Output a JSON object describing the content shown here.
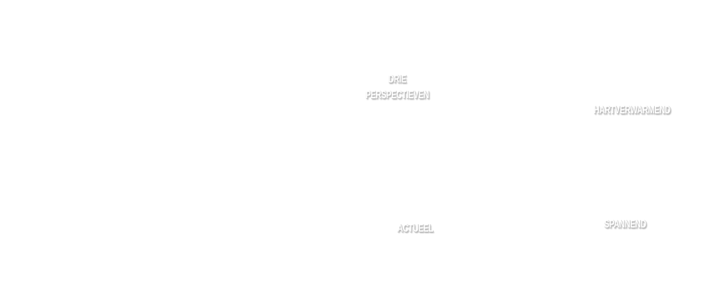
{
  "tags": [
    {
      "lines": [
        "DRIE",
        "PERSPECTIEVEN"
      ]
    },
    {
      "lines": [
        "HARTVERWARMEND"
      ]
    },
    {
      "lines": [
        "ACTUEEL"
      ]
    },
    {
      "lines": [
        "SPANNEND"
      ]
    }
  ],
  "colors": {
    "background": "#ffffff",
    "text": "#ffffff",
    "shadow": "#bdbdbd"
  }
}
